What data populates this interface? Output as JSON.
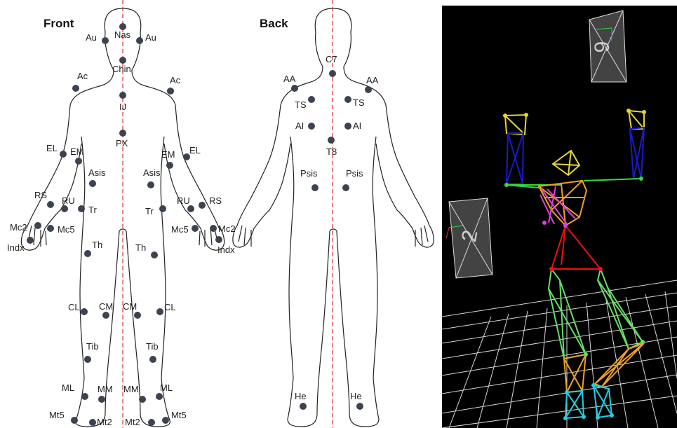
{
  "titles": {
    "front": "Front",
    "back": "Back"
  },
  "front_markers": [
    "Nas",
    "Au",
    "Au",
    "Chin",
    "Ac",
    "Ac",
    "IJ",
    "PX",
    "EL",
    "EM",
    "EM",
    "EL",
    "Asis",
    "Asis",
    "RS",
    "RU",
    "Tr",
    "Tr",
    "RU",
    "RS",
    "Mc2",
    "Mc5",
    "Mc5",
    "Mc2",
    "Indx",
    "Indx",
    "Th",
    "Th",
    "CL",
    "CM",
    "CM",
    "CL",
    "Tib",
    "Tib",
    "ML",
    "MM",
    "MM",
    "ML",
    "Mt5",
    "Mt2",
    "Mt2",
    "Mt5"
  ],
  "back_markers": [
    "C7",
    "AA",
    "AA",
    "TS",
    "TS",
    "AI",
    "AI",
    "T8",
    "Psis",
    "Psis",
    "He",
    "He"
  ],
  "cameras": [
    "6",
    "2"
  ],
  "colors": {
    "marker": "#3c4350",
    "midline": "#e03030",
    "outline": "#222222",
    "viewer_bg": "#000000",
    "grid": "#ffffff",
    "head": "#e8d630",
    "upper_arm": "#1a1ac8",
    "shoulder_line": "#33dd33",
    "thorax": "#f0a020",
    "pelvis_inner": "#e040e0",
    "spine": "#ee1111",
    "thigh": "#66dd66",
    "shank": "#f0a020",
    "foot": "#22cfe0"
  }
}
